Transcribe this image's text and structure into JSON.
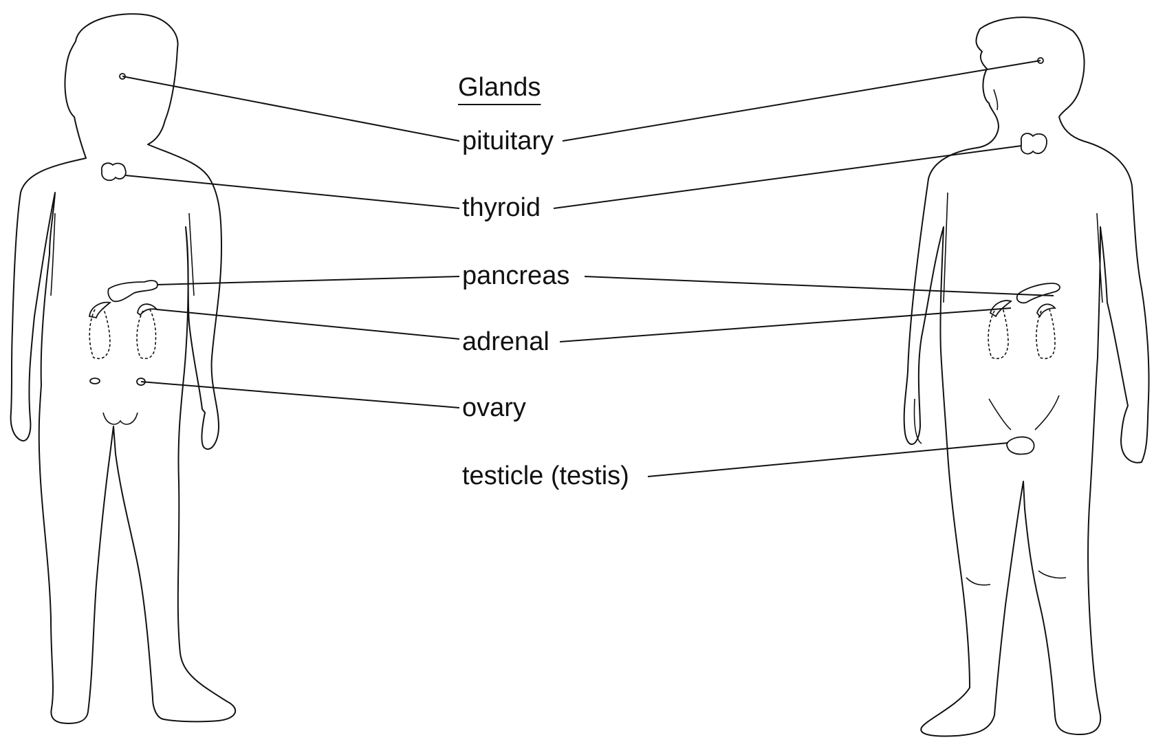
{
  "heading": "Glands",
  "labels": {
    "pituitary": "pituitary",
    "thyroid": "thyroid",
    "pancreas": "pancreas",
    "adrenal": "adrenal",
    "ovary": "ovary",
    "testicle": "testicle (testis)"
  }
}
